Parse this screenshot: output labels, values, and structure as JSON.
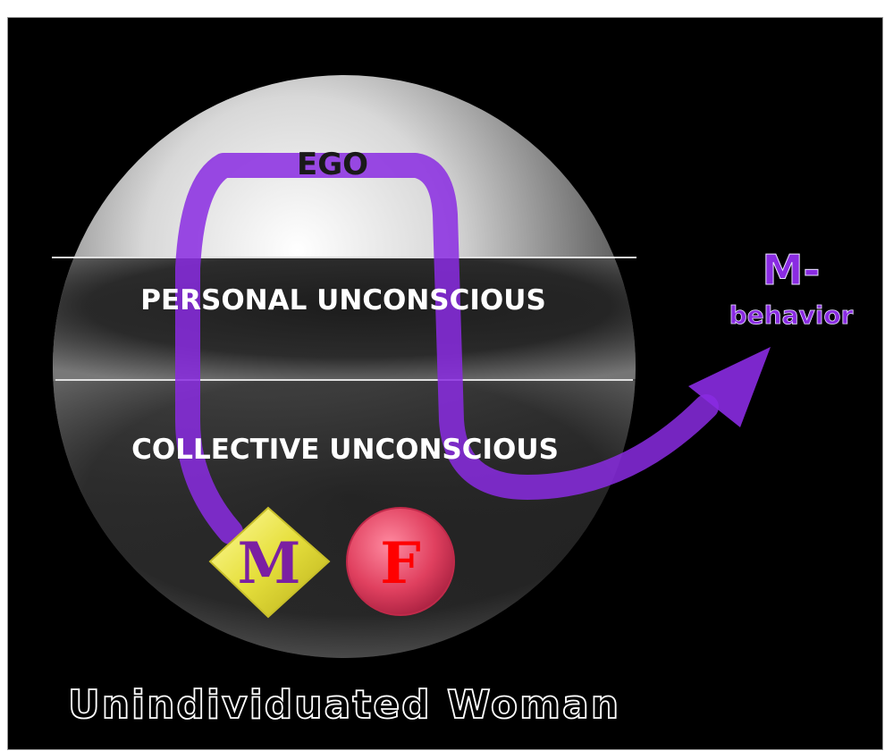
{
  "diagram": {
    "layers": {
      "ego": "EGO",
      "personal": "PERSONAL UNCONSCIOUS",
      "collective": "COLLECTIVE UNCONSCIOUS"
    },
    "archetypes": {
      "masculine": "M",
      "feminine": "F"
    },
    "outcome": {
      "line1": "M-",
      "line2": "behavior"
    },
    "caption": "Unindividuated Woman",
    "colors": {
      "background": "#000000",
      "path": "#8a2be2",
      "label_text": "#ffffff",
      "m_symbol": "#e6e04a",
      "m_letter": "#7b1fa2",
      "f_circle": "#d93a5a",
      "f_letter": "#ff0000"
    }
  }
}
